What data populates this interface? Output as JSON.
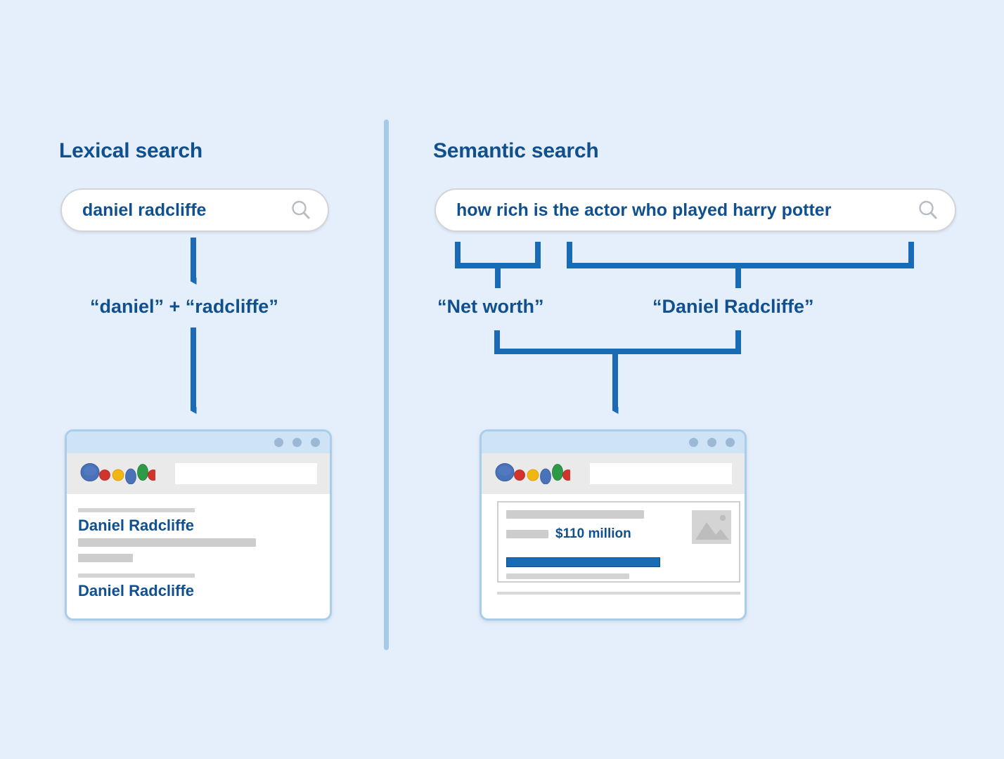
{
  "background_color": "#e5effb",
  "accent_blue": "#10508f",
  "link_blue": "#1a6bb5",
  "divider_color": "#a7c9e8",
  "lexical": {
    "heading": "Lexical search",
    "search": {
      "value": "daniel radcliffe",
      "placeholder": "Search",
      "icon": "search-icon"
    },
    "token_label": "“daniel” + “radcliffe”",
    "window": {
      "dots": [
        "dot-1",
        "dot-2",
        "dot-3"
      ],
      "logo": "google-logo",
      "url_value": "",
      "results": [
        {
          "title": "Daniel Radcliffe"
        },
        {
          "title": "Daniel Radcliffe"
        }
      ]
    }
  },
  "semantic": {
    "heading": "Semantic search",
    "search": {
      "value": "how rich is the actor who played harry potter",
      "placeholder": "Search",
      "icon": "search-icon"
    },
    "concept_labels": [
      "“Net worth”",
      "“Daniel Radcliffe”"
    ],
    "window": {
      "dots": [
        "dot-1",
        "dot-2",
        "dot-3"
      ],
      "logo": "google-logo",
      "url_value": "",
      "knowledge_card": {
        "value": "$110 million",
        "thumbnail": "image-placeholder-icon"
      }
    }
  }
}
